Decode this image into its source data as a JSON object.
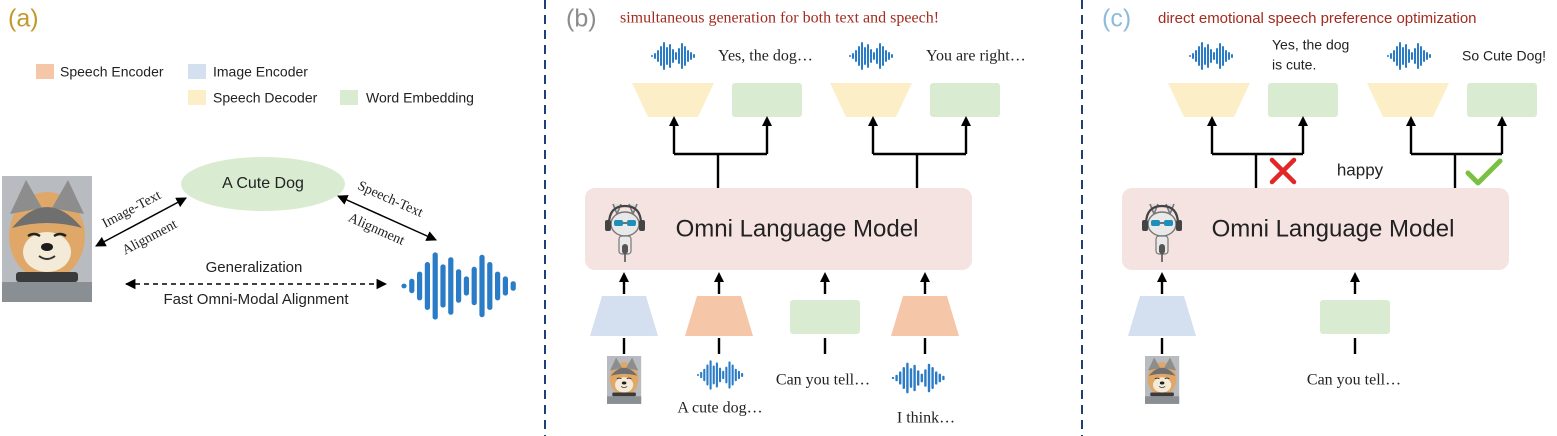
{
  "panel_a": {
    "label": "(a)",
    "legend": [
      {
        "text": "Speech Encoder",
        "color": "#f6c6a8"
      },
      {
        "text": "Image Encoder",
        "color": "#d4dff0"
      },
      {
        "text": "Speech Decoder",
        "color": "#fcefc8"
      },
      {
        "text": "Word Embedding",
        "color": "#d9ecd2"
      }
    ],
    "center_node": "A Cute Dog",
    "left_arrow_line1": "Image-Text",
    "left_arrow_line2": "Alignment",
    "right_arrow_line1": "Speech-Text",
    "right_arrow_line2": "Alignment",
    "bottom_line1": "Generalization",
    "bottom_line2": "Fast Omni-Modal Alignment"
  },
  "panel_b": {
    "label": "(b)",
    "title": "simultaneous generation for both text and speech!",
    "out1_text": "Yes, the dog…",
    "out2_text": "You are right…",
    "model": "Omni Language Model",
    "in_speech1": "A cute dog…",
    "in_text": "Can you tell…",
    "in_speech2": "I think…"
  },
  "panel_c": {
    "label": "(c)",
    "title": "direct emotional speech preference optimization",
    "out1_line1": "Yes, the dog",
    "out1_line2": "is cute.",
    "out2_text": "So Cute Dog!",
    "emotion": "happy",
    "model": "Omni Language Model",
    "in_text": "Can you tell…"
  },
  "colors": {
    "panel_a_label": "#c29a2c",
    "panel_b_label": "#8c8c8c",
    "panel_c_label": "#8dbbd9",
    "title_red": "#a32b1f",
    "divider": "#1f3f7a",
    "speech_encoder": "#f6c6a8",
    "image_encoder": "#d4dff0",
    "speech_decoder": "#fcefc8",
    "word_embedding": "#d9ecd2",
    "model_box": "#f5e3e1",
    "cross": "#e32626",
    "check": "#7cc043",
    "wave": "#2b7cc6"
  },
  "icons": [
    "dog-photo",
    "waveform-icon",
    "llama-mascot-icon",
    "cross-icon",
    "check-icon"
  ]
}
